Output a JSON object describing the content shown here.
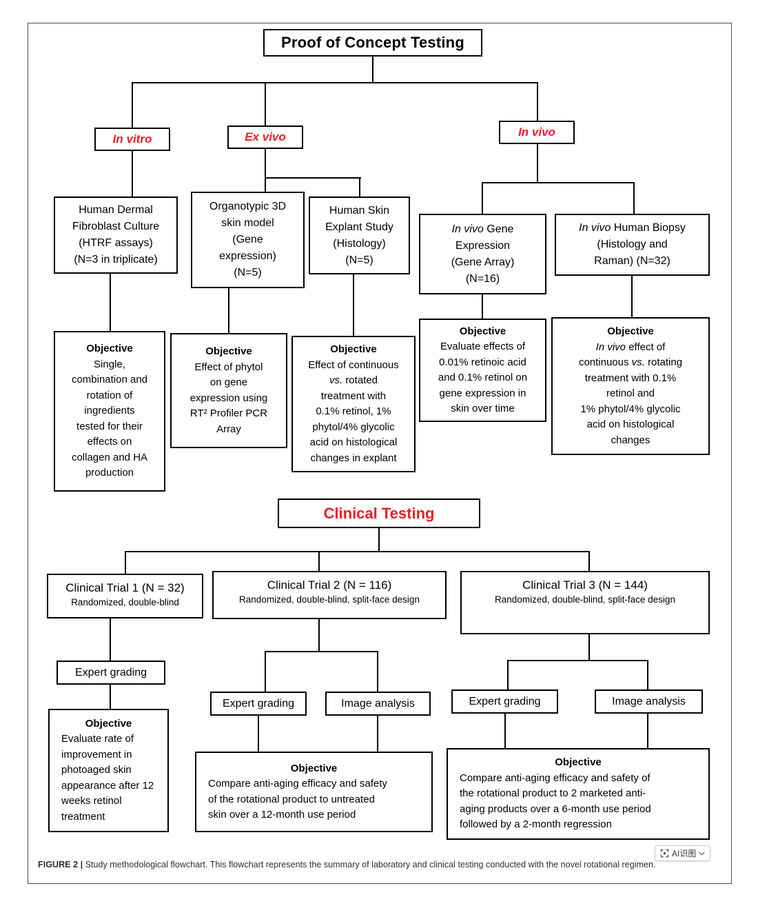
{
  "colors": {
    "accent_red": "#ed1c24",
    "box_border": "#000000",
    "frame_border": "#4a4a4a",
    "caption_text": "#2e2e2e"
  },
  "labels": {
    "objective": "Objective"
  },
  "poc": {
    "title": "Proof of Concept Testing",
    "branch_in_vitro": "In vitro",
    "branch_ex_vivo": "Ex vivo",
    "branch_in_vivo": "In vivo",
    "fibroblast": {
      "title": "Human Dermal\nFibroblast Culture\n(HTRF assays)\n(N=3 in triplicate)",
      "objective": "Single,\ncombination and\nrotation of\ningredients\ntested for their\neffects on\ncollagen and HA\nproduction"
    },
    "organotypic": {
      "title": "Organotypic 3D\nskin model\n(Gene\nexpression)\n(N=5)",
      "objective": "Effect of phytol\non gene\nexpression using\nRT² Profiler PCR\nArray"
    },
    "explant": {
      "title": "Human Skin\nExplant Study\n(Histology)\n(N=5)",
      "objective_rich": [
        {
          "t": "Effect of continuous\n"
        },
        {
          "t": "vs.",
          "i": true
        },
        {
          "t": " rotated\ntreatment with\n0.1% retinol, 1%\nphytol/4% glycolic\nacid on histological\nchanges in explant"
        }
      ]
    },
    "gene_expression": {
      "title_rich": [
        {
          "t": "In vivo",
          "i": true
        },
        {
          "t": " Gene\nExpression\n(Gene Array)\n(N=16)"
        }
      ],
      "objective": "Evaluate effects of\n0.01% retinoic acid\nand 0.1% retinol on\ngene expression in\nskin over time"
    },
    "biopsy": {
      "title_rich": [
        {
          "t": "In vivo",
          "i": true
        },
        {
          "t": " Human Biopsy\n(Histology and\nRaman) (N=32)"
        }
      ],
      "objective_rich": [
        {
          "t": "In vivo",
          "i": true
        },
        {
          "t": " effect of\ncontinuous "
        },
        {
          "t": "vs.",
          "i": true
        },
        {
          "t": " rotating\ntreatment with 0.1%\nretinol and\n1% phytol/4% glycolic\nacid on histological\nchanges"
        }
      ]
    }
  },
  "clinical": {
    "title": "Clinical Testing",
    "trial1": {
      "title": "Clinical Trial 1 (N = 32)",
      "subtitle": "Randomized, double-blind",
      "method": "Expert grading",
      "objective": "Evaluate rate of\nimprovement in\nphotoaged skin\nappearance after 12\nweeks retinol\ntreatment"
    },
    "trial2": {
      "title": "Clinical Trial 2 (N = 116)",
      "subtitle": "Randomized, double-blind, split-face design",
      "method1": "Expert grading",
      "method2": "Image analysis",
      "objective": "Compare anti-aging efficacy and safety\nof the rotational product to untreated\nskin over a 12-month use period"
    },
    "trial3": {
      "title": "Clinical Trial 3 (N = 144)",
      "subtitle": "Randomized, double-blind, split-face design",
      "method1": "Expert grading",
      "method2": "Image analysis",
      "objective": "Compare anti-aging efficacy and safety of\nthe rotational product to 2 marketed anti-\naging products over a 6-month use period\nfollowed by a 2-month regression"
    }
  },
  "caption": {
    "figure_label": "FIGURE 2 |",
    "text": " Study methodological flowchart. This flowchart represents the summary of laboratory and clinical testing conducted with the novel rotational regimen."
  },
  "overlay": {
    "ai_badge_label": "AI识图",
    "icons": {
      "recognize": "scan-frame-icon",
      "chevron": "chevron-down-icon"
    }
  }
}
